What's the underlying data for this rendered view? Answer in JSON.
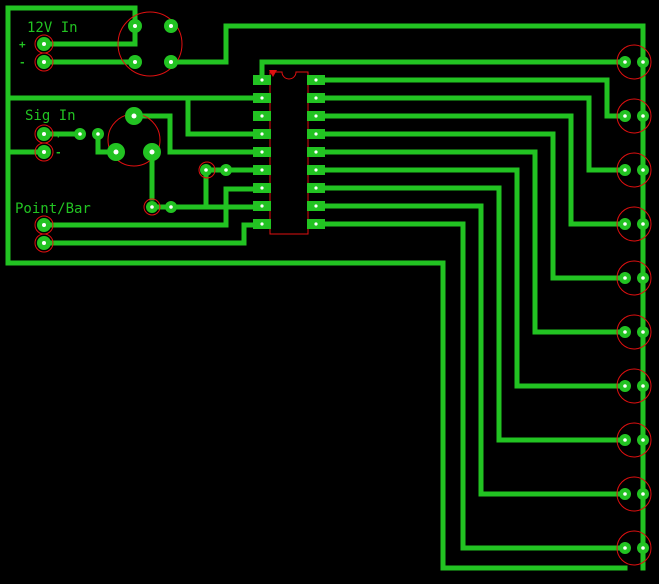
{
  "labels": {
    "power_in": "12V In",
    "power_plus": "+",
    "power_minus": "-",
    "signal_in": "Sig In",
    "signal_plus": "+",
    "signal_minus": "-",
    "mode_select": "Point/Bar"
  },
  "colors": {
    "background": "#000000",
    "trace": "#22c322",
    "pad": "#22c322",
    "outline": "#e01010",
    "pin1_marker": "#e01010",
    "hole": "#ffffff"
  }
}
